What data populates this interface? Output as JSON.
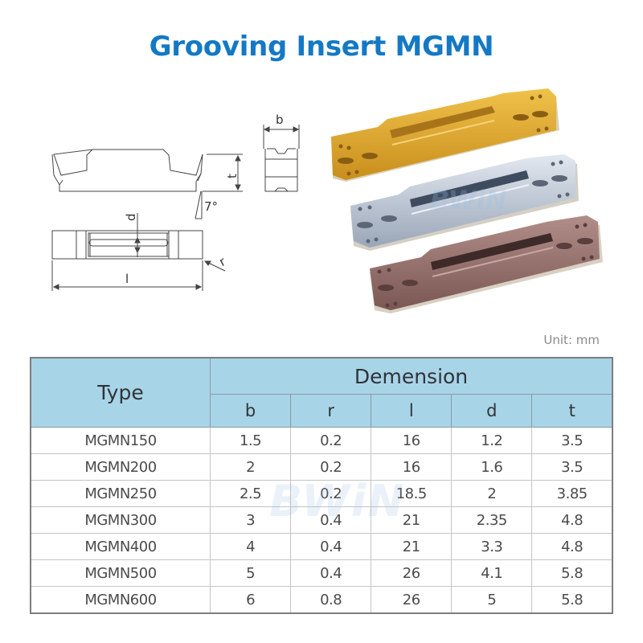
{
  "title": "Grooving Insert MGMN",
  "drawing": {
    "labels": {
      "b": "b",
      "t": "t",
      "angle": "7°",
      "d": "d",
      "r": "r",
      "l": "l"
    }
  },
  "photo": {
    "inserts": [
      {
        "coating": "gold",
        "color": "#e0aa2e"
      },
      {
        "coating": "silver",
        "color": "#c9d2de"
      },
      {
        "coating": "bronze",
        "color": "#9c7672"
      }
    ],
    "watermark": "BWiN"
  },
  "unit_note": "Unit: mm",
  "table": {
    "type_header": "Type",
    "group_header": "Demension",
    "columns": [
      "b",
      "r",
      "l",
      "d",
      "t"
    ],
    "rows": [
      {
        "type": "MGMN150",
        "b": "1.5",
        "r": "0.2",
        "l": "16",
        "d": "1.2",
        "t": "3.5"
      },
      {
        "type": "MGMN200",
        "b": "2",
        "r": "0.2",
        "l": "16",
        "d": "1.6",
        "t": "3.5"
      },
      {
        "type": "MGMN250",
        "b": "2.5",
        "r": "0.2",
        "l": "18.5",
        "d": "2",
        "t": "3.85"
      },
      {
        "type": "MGMN300",
        "b": "3",
        "r": "0.4",
        "l": "21",
        "d": "2.35",
        "t": "4.8"
      },
      {
        "type": "MGMN400",
        "b": "4",
        "r": "0.4",
        "l": "21",
        "d": "3.3",
        "t": "4.8"
      },
      {
        "type": "MGMN500",
        "b": "5",
        "r": "0.4",
        "l": "26",
        "d": "4.1",
        "t": "5.8"
      },
      {
        "type": "MGMN600",
        "b": "6",
        "r": "0.8",
        "l": "26",
        "d": "5",
        "t": "5.8"
      }
    ],
    "watermark": "BWiN"
  },
  "colors": {
    "title": "#1479c4",
    "header_bg": "#a8d4e8",
    "border": "#7d7d7d"
  }
}
